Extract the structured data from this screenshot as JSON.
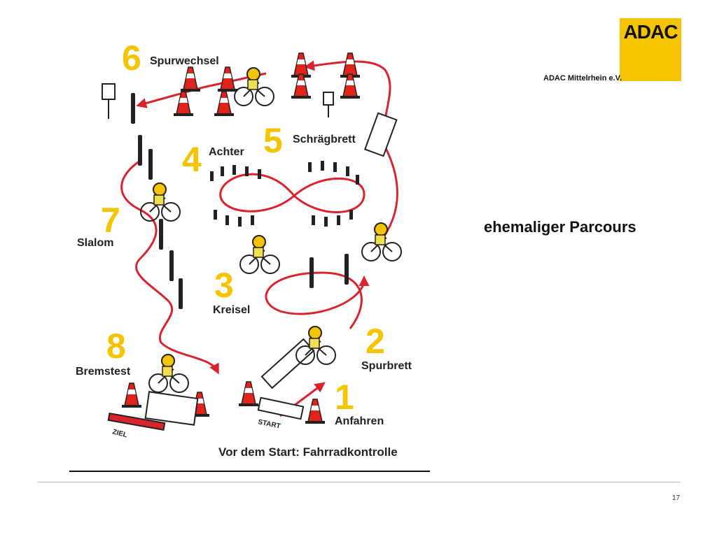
{
  "logo": {
    "text": "ADAC",
    "brand_color": "#f5c400"
  },
  "org_name": "ADAC Mittelrhein e.V.",
  "caption": "ehemaliger Parcours",
  "page_number": "17",
  "illustration": {
    "stations": [
      {
        "number": "1",
        "label": "Anfahren"
      },
      {
        "number": "2",
        "label": "Spurbrett"
      },
      {
        "number": "3",
        "label": "Kreisel"
      },
      {
        "number": "4",
        "label": "Achter"
      },
      {
        "number": "5",
        "label": "Schrägbrett"
      },
      {
        "number": "6",
        "label": "Spurwechsel"
      },
      {
        "number": "7",
        "label": "Slalom"
      },
      {
        "number": "8",
        "label": "Bremstest"
      }
    ],
    "start_label": "START",
    "finish_label": "ZIEL",
    "footer_text": "Vor dem Start: Fahrradkontrolle",
    "path_color": "#d9232d",
    "cone_color": "#e2231a"
  }
}
